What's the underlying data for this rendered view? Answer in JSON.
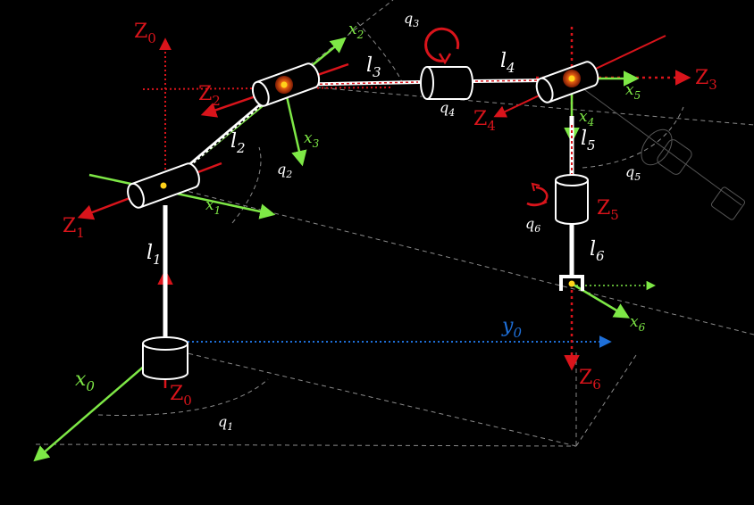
{
  "colors": {
    "background": "#000000",
    "z_axis": "#d9141b",
    "x_axis": "#7ee846",
    "y_axis": "#1e6fd8",
    "link": "#ffffff",
    "joint": "#ffffff",
    "construction": "#8a8a8a",
    "origin": "#ffd21a"
  },
  "icons": {
    "rotation_arrow": "curved-arrow-icon",
    "gripper": "gripper-icon"
  },
  "labels": {
    "z0_top": "Z",
    "z0_top_sub": "0",
    "z0_base": "Z",
    "z0_base_sub": "0",
    "z1": "Z",
    "z1_sub": "1",
    "z2": "Z",
    "z2_sub": "2",
    "z3": "Z",
    "z3_sub": "3",
    "z4": "Z",
    "z4_sub": "4",
    "z5": "Z",
    "z5_sub": "5",
    "z6": "Z",
    "z6_sub": "6",
    "x0": "x",
    "x0_sub": "0",
    "x1": "x",
    "x1_sub": "1",
    "x2": "x",
    "x2_sub": "2",
    "x3": "x",
    "x3_sub": "3",
    "x4": "x",
    "x4_sub": "4",
    "x5": "x",
    "x5_sub": "5",
    "x6": "x",
    "x6_sub": "6",
    "y0": "y",
    "y0_sub": "0",
    "l1": "l",
    "l1_sub": "1",
    "l2": "l",
    "l2_sub": "2",
    "l3": "l",
    "l3_sub": "3",
    "l4": "l",
    "l4_sub": "4",
    "l5": "l",
    "l5_sub": "5",
    "l6": "l",
    "l6_sub": "6",
    "q1": "q",
    "q1_sub": "1",
    "q2": "q",
    "q2_sub": "2",
    "q3": "q",
    "q3_sub": "3",
    "q4": "q",
    "q4_sub": "4",
    "q5": "q",
    "q5_sub": "5",
    "q6": "q",
    "q6_sub": "6"
  }
}
